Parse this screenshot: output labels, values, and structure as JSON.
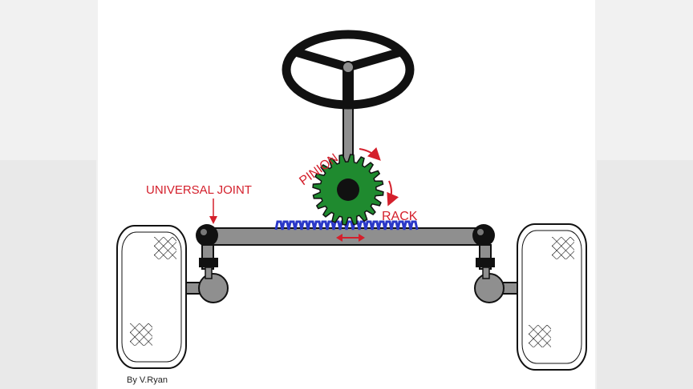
{
  "labels": {
    "universal_joint": "UNIVERSAL JOINT",
    "pinion": "PINION",
    "rack": "RACK",
    "credit": "By V.Ryan"
  },
  "colors": {
    "label_red": "#d4202c",
    "pinion_green": "#1f8a2f",
    "rack_blue": "#2a38c8",
    "metal_grey": "#8f8f8f",
    "outline": "#111111",
    "tyre_fill": "#ffffff",
    "background": "#ffffff"
  },
  "icons": {
    "steering_wheel": "steering-wheel-icon",
    "pinion_gear": "gear-icon",
    "rotation_arrow": "curved-arrow-icon",
    "motion_arrow": "double-arrow-icon"
  }
}
